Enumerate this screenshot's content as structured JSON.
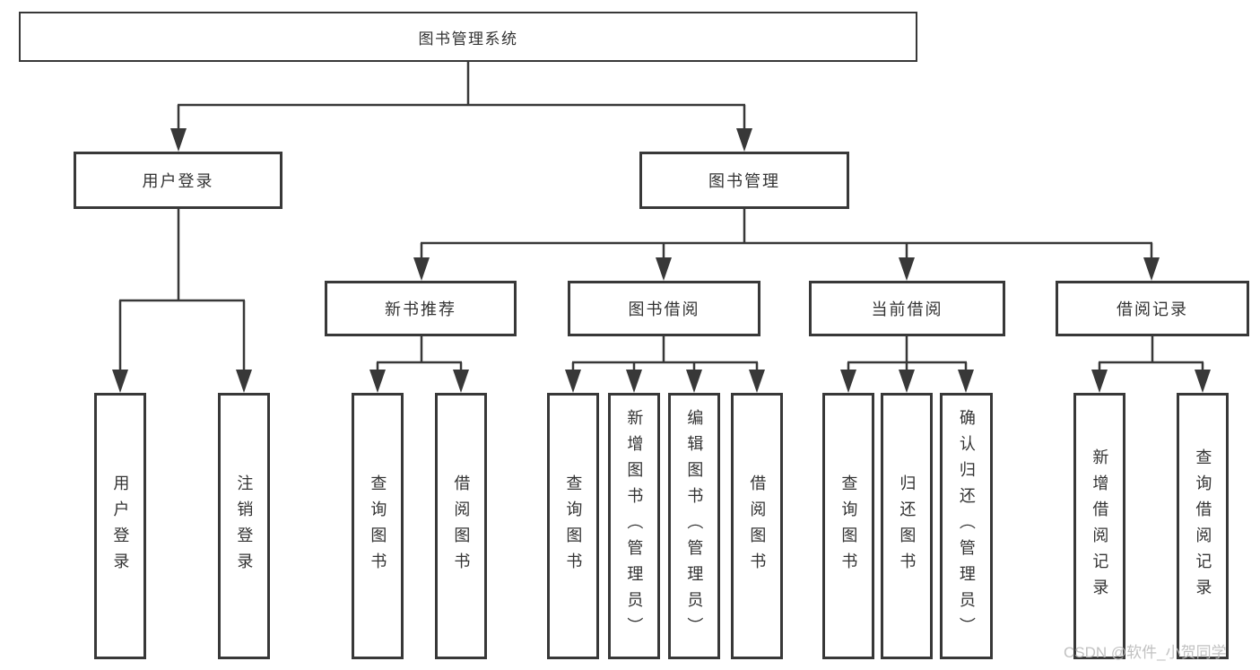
{
  "diagram_title": "图书管理系统",
  "tree": {
    "root": {
      "label": "图书管理系统",
      "children": [
        {
          "label": "用户登录",
          "children": [
            {
              "label": "用户登录"
            },
            {
              "label": "注销登录"
            }
          ]
        },
        {
          "label": "图书管理",
          "children": [
            {
              "label": "新书推荐",
              "children": [
                {
                  "label": "查询图书"
                },
                {
                  "label": "借阅图书"
                }
              ]
            },
            {
              "label": "图书借阅",
              "children": [
                {
                  "label": "查询图书"
                },
                {
                  "label": "新增图书（管理员）"
                },
                {
                  "label": "编辑图书（管理员）"
                },
                {
                  "label": "借阅图书"
                }
              ]
            },
            {
              "label": "当前借阅",
              "children": [
                {
                  "label": "查询图书"
                },
                {
                  "label": "归还图书"
                },
                {
                  "label": "确认归还（管理员）"
                }
              ]
            },
            {
              "label": "借阅记录",
              "children": [
                {
                  "label": "新增借阅记录"
                },
                {
                  "label": "查询借阅记录"
                }
              ]
            }
          ]
        }
      ]
    }
  },
  "watermark": {
    "text": "CSDN @软件_小贺同学"
  },
  "colors": {
    "background": "#ffffff",
    "line": "#383838",
    "box_border": "#383838",
    "text": "#333333",
    "watermark": "#bebebe"
  }
}
